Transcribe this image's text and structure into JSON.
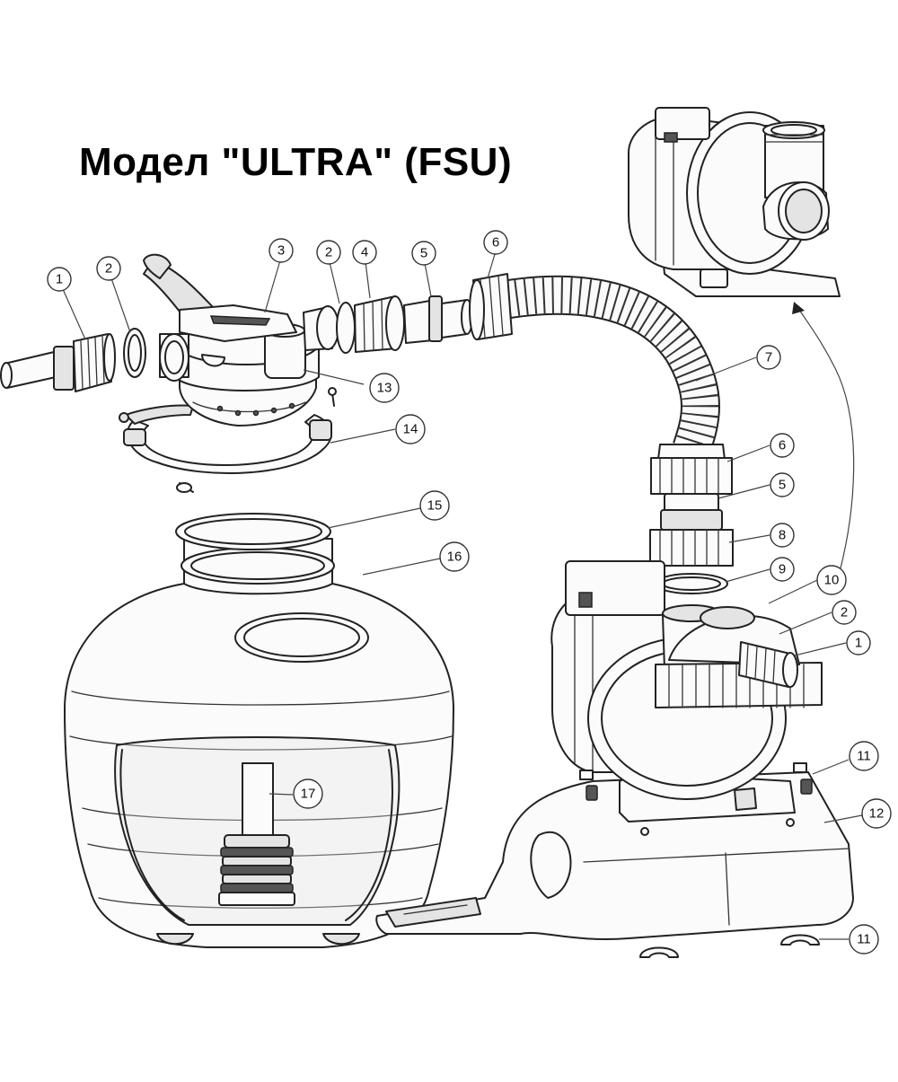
{
  "title": "Модел \"ULTRA\" (FSU)",
  "callouts": {
    "c1a": "1",
    "c2a": "2",
    "c3": "3",
    "c2b": "2",
    "c4": "4",
    "c5a": "5",
    "c6a": "6",
    "c7": "7",
    "c6b": "6",
    "c5b": "5",
    "c8": "8",
    "c9": "9",
    "c10": "10",
    "c2c": "2",
    "c1b": "1",
    "c11a": "11",
    "c12": "12",
    "c11b": "11",
    "c13": "13",
    "c14": "14",
    "c15": "15",
    "c16": "16",
    "c17": "17"
  }
}
